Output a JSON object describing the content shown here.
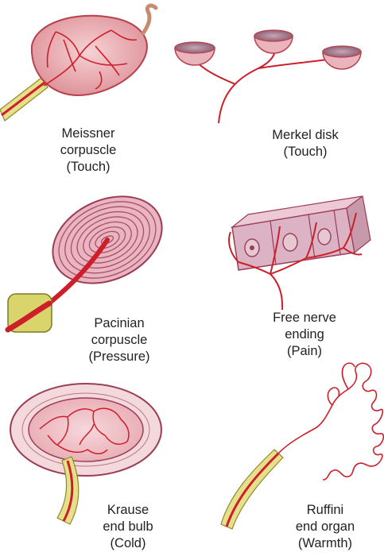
{
  "receptors": [
    {
      "lines": [
        "Meissner",
        "corpuscle",
        "(Touch)"
      ]
    },
    {
      "lines": [
        "Merkel disk",
        "(Touch)"
      ]
    },
    {
      "lines": [
        "Pacinian",
        "corpuscle",
        "(Pressure)"
      ]
    },
    {
      "lines": [
        "Free nerve",
        "ending",
        "(Pain)"
      ]
    },
    {
      "lines": [
        "Krause",
        "end bulb",
        "(Cold)"
      ]
    },
    {
      "lines": [
        "Ruffini",
        "end organ",
        "(Warmth)"
      ]
    }
  ],
  "colors": {
    "nerve": "#cc1f2a",
    "capsule_pink": "#e9a9b0",
    "capsule_outline": "#b8404c",
    "sheath_yellow": "#e6e08a",
    "sheath_outline": "#8d8a2c",
    "tissue_pink": "#dcb3c4"
  }
}
